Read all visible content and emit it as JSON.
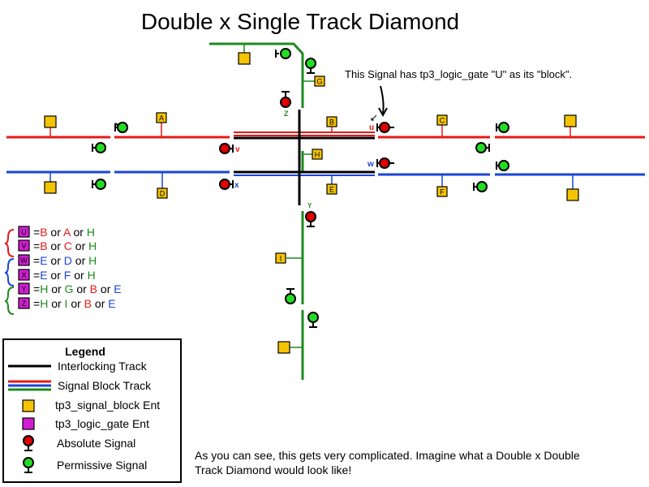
{
  "title": "Double x Single Track Diamond",
  "callout": "This Signal has tp3_logic_gate \"U\" as its \"block\".",
  "footer_line1": "As you can see, this gets very complicated. Imagine what a Double x Double",
  "footer_line2": "Track Diamond would look like!",
  "colors": {
    "interlocking": "#000000",
    "red_track": "#e41b17",
    "blue_track": "#1a46d6",
    "green_track": "#1e8a1e",
    "block_fill": "#f5c400",
    "gate_fill": "#d11dd1",
    "absolute_signal": "#e00000",
    "permissive_signal": "#22dd22"
  },
  "block_labels": {
    "A": "A",
    "B": "B",
    "C": "C",
    "D": "D",
    "E": "E",
    "F": "F",
    "G": "G",
    "H": "H",
    "I": "I"
  },
  "gate_labels": {
    "U": "U",
    "V": "V",
    "W": "W",
    "X": "X",
    "Y": "Y",
    "Z": "Z"
  },
  "gate_map_labels": {
    "u": "u",
    "v": "v",
    "w": "w",
    "x": "x",
    "y": "Y",
    "z": "Z"
  },
  "gate_rules": {
    "eq": "=",
    "or": "or",
    "U": {
      "gate": "U",
      "a": "B",
      "b": "A",
      "c": "H"
    },
    "V": {
      "gate": "V",
      "a": "B",
      "b": "C",
      "c": "H"
    },
    "W": {
      "gate": "W",
      "a": "E",
      "b": "D",
      "c": "H"
    },
    "X": {
      "gate": "X",
      "a": "E",
      "b": "F",
      "c": "H"
    },
    "Y": {
      "gate": "Y",
      "a": "H",
      "b": "G",
      "c": "B",
      "d": "E"
    },
    "Z": {
      "gate": "Z",
      "a": "H",
      "b": "I",
      "c": "B",
      "d": "E"
    }
  },
  "legend": {
    "title": "Legend",
    "interlocking": "Interlocking Track",
    "signal_block": "Signal Block Track",
    "block_ent": "tp3_signal_block Ent",
    "gate_ent": "tp3_logic_gate Ent",
    "absolute": "Absolute Signal",
    "permissive": "Permissive Signal"
  }
}
